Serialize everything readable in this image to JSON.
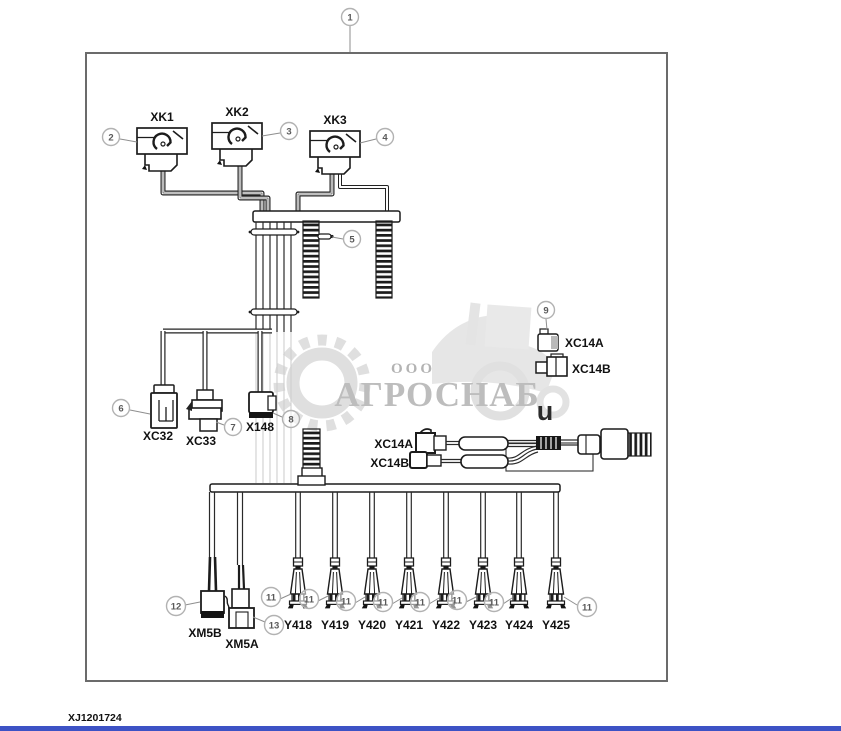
{
  "page": {
    "footer_code": "XJ1201724"
  },
  "watermark": {
    "company_prefix": "ООО",
    "company": "АГРОСНАБ",
    "mark": "u"
  },
  "diagram": {
    "relays": [
      {
        "label": "XK1"
      },
      {
        "label": "XK2"
      },
      {
        "label": "XK3"
      }
    ],
    "connectors": {
      "xc32": "XC32",
      "xc33": "XC33",
      "x148": "X148",
      "xm5b": "XM5B",
      "xm5a": "XM5A"
    },
    "legend": {
      "xc14a": "XC14A",
      "xc14b": "XC14B"
    },
    "harness": {
      "xc14a": "XC14A",
      "xc14b": "XC14B"
    },
    "valves": [
      "Y418",
      "Y419",
      "Y420",
      "Y421",
      "Y422",
      "Y423",
      "Y424",
      "Y425"
    ],
    "callouts": {
      "c1": "1",
      "c2": "2",
      "c3": "3",
      "c4": "4",
      "c5": "5",
      "c6": "6",
      "c7": "7",
      "c8": "8",
      "c9": "9",
      "c11": "11",
      "c12": "12",
      "c13": "13"
    }
  },
  "colors": {
    "line": "#1f1f1f",
    "callout_ring": "#b2b2b2",
    "watermark_gray": "#bdbdbd",
    "footer_bar_blue": "#3d52c5"
  }
}
